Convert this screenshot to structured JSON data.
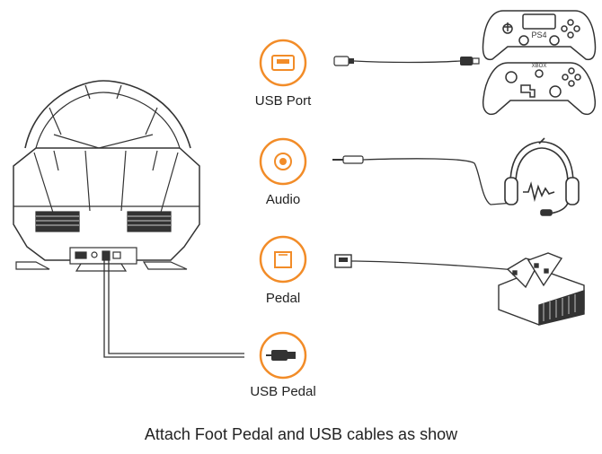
{
  "ports": [
    {
      "label": "USB Port",
      "icon": "usb-port-icon"
    },
    {
      "label": "Audio",
      "icon": "audio-jack-icon"
    },
    {
      "label": "Pedal",
      "icon": "pedal-port-icon"
    },
    {
      "label": "USB Pedal",
      "icon": "usb-plug-icon"
    }
  ],
  "controllers": {
    "ps4_label": "PS4",
    "xbox_label": "XBOX"
  },
  "caption": "Attach Foot Pedal and USB cables as show",
  "colors": {
    "accent": "#f28c28",
    "line": "#333333"
  }
}
